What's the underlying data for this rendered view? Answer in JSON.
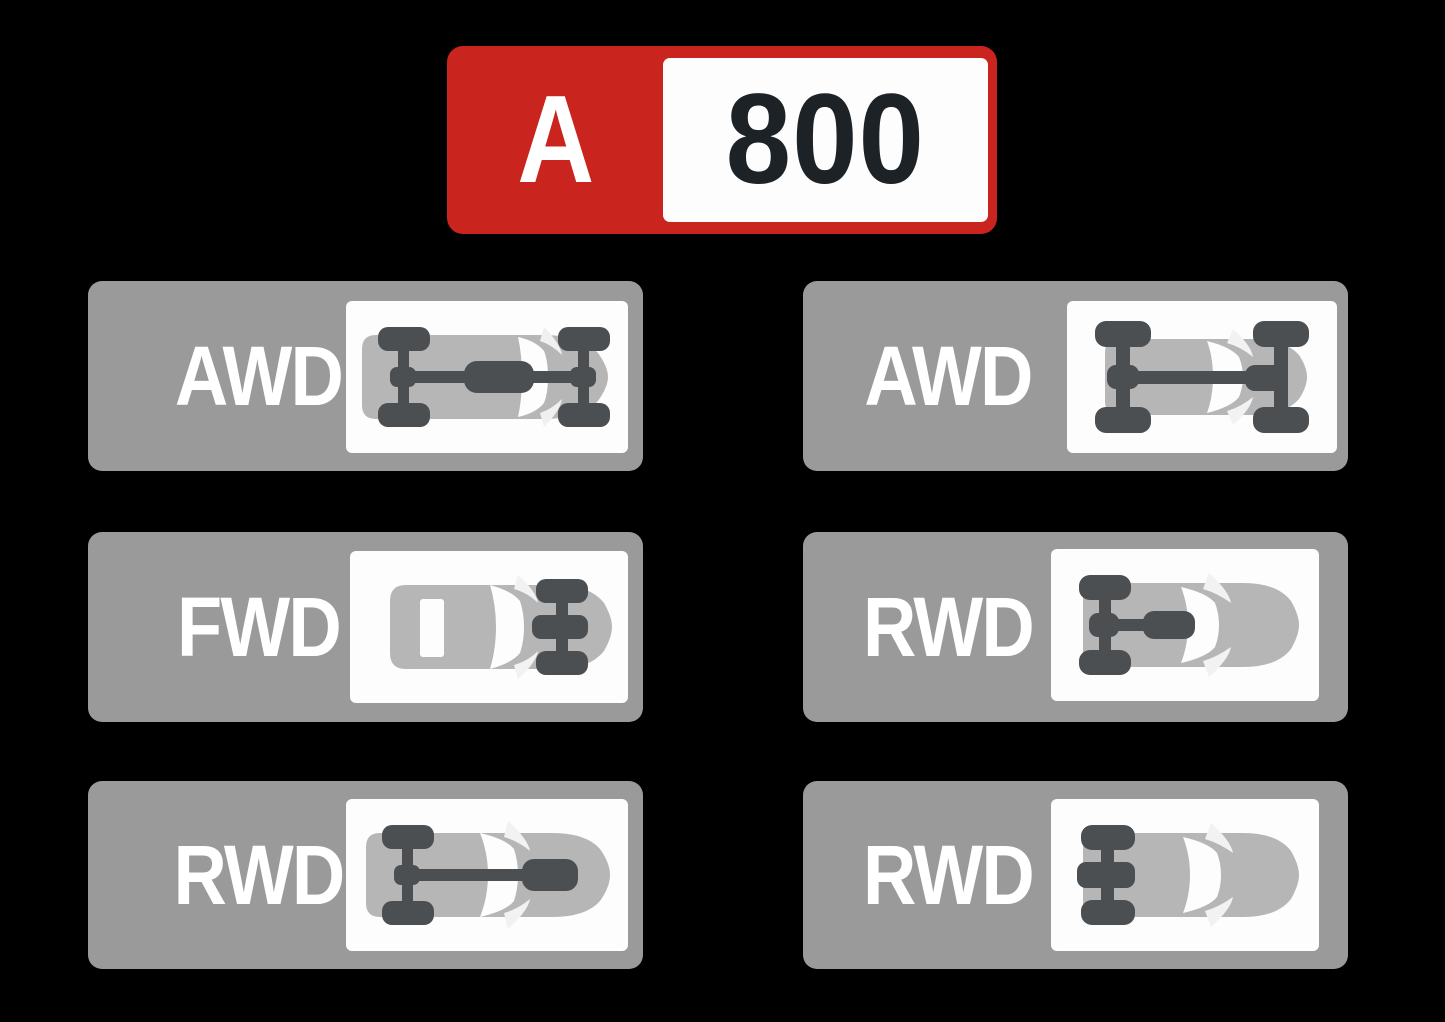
{
  "class_badge": {
    "letter": "A",
    "number": "800",
    "red_color": "#c9241d",
    "panel_color": "#fdfdfd",
    "number_color": "#1d2226",
    "letter_color": "#ffffff"
  },
  "palette": {
    "background": "#000000",
    "badge_gray": "#9a9a9a",
    "icon_panel": "#fdfdfd",
    "car_body": "#b0b0b0",
    "drivetrain_dark": "#4c4f52",
    "label_white": "#ffffff"
  },
  "badges": [
    {
      "id": "left-row-1",
      "label": "AWD",
      "column": "left",
      "row": 1,
      "icon": "awd-longitudinal-car-icon",
      "icon_description": "top-view car with front and rear driven axles, center differential, longitudinal driveshaft"
    },
    {
      "id": "left-row-2",
      "label": "FWD",
      "column": "left",
      "row": 2,
      "icon": "fwd-transverse-car-icon",
      "icon_description": "top-view car with driven front axle and transverse gearbox at front"
    },
    {
      "id": "left-row-3",
      "label": "RWD",
      "column": "left",
      "row": 3,
      "icon": "rwd-front-engine-car-icon",
      "icon_description": "top-view car with driven rear axle and long driveshaft to front engine"
    },
    {
      "id": "right-row-1",
      "label": "AWD",
      "column": "right",
      "row": 1,
      "icon": "awd-wide-track-car-icon",
      "icon_description": "top-view car with wide track, both axles driven by a longitudinal shaft"
    },
    {
      "id": "right-row-2",
      "label": "RWD",
      "column": "right",
      "row": 2,
      "icon": "rwd-mid-engine-car-icon",
      "icon_description": "top-view car with driven rear axle and short longitudinal gearbox"
    },
    {
      "id": "right-row-3",
      "label": "RWD",
      "column": "right",
      "row": 3,
      "icon": "rwd-rear-transverse-car-icon",
      "icon_description": "top-view car with driven rear axle and transverse rear gearbox"
    }
  ]
}
